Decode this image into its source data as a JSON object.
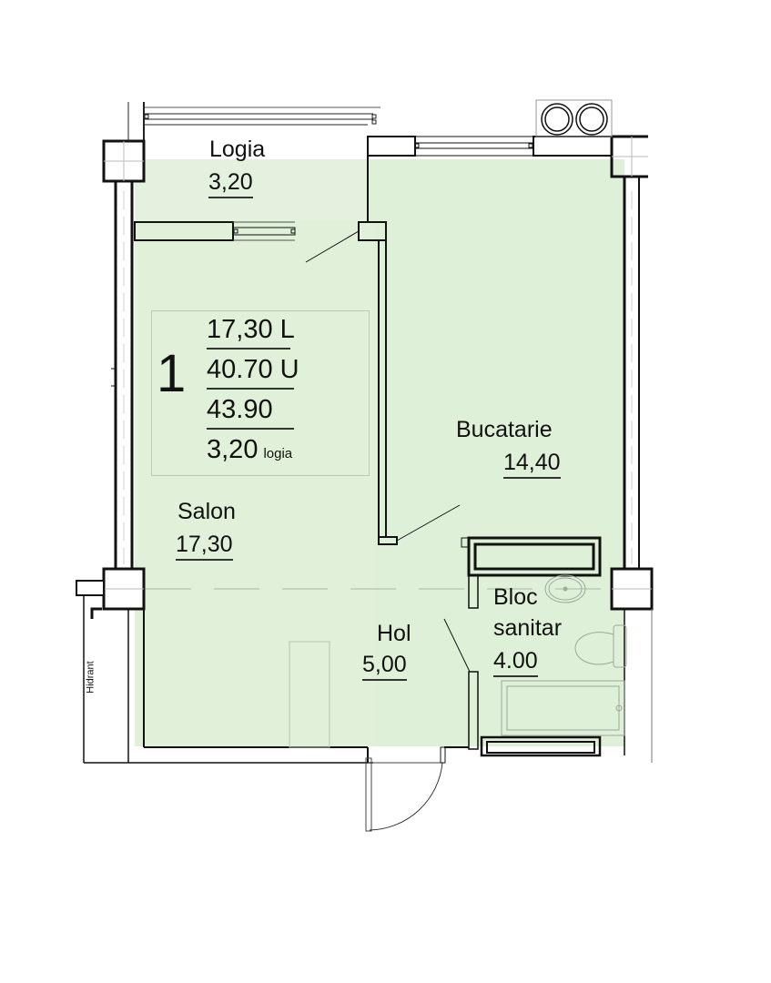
{
  "apartment": {
    "number": "1",
    "summary": {
      "living_area": "17,30",
      "living_suffix": "L",
      "usable_area": "40.70",
      "usable_suffix": "U",
      "total_area": "43.90",
      "loggia_area": "3,20",
      "loggia_suffix": "logia"
    }
  },
  "rooms": [
    {
      "name": "Logia",
      "area": "3,20"
    },
    {
      "name": "Salon",
      "area": "17,30"
    },
    {
      "name": "Bucatarie",
      "area": "14,40"
    },
    {
      "name": "Hol",
      "area": "5,00"
    },
    {
      "name_line1": "Bloc",
      "name_line2": "sanitar",
      "area": "4.00"
    }
  ],
  "annotations": {
    "hidrant": "Hidrant"
  },
  "colors": {
    "floor_fill": "#dff0d8",
    "wall_stroke": "#111111",
    "fixture_stroke": "#9aa89a"
  }
}
